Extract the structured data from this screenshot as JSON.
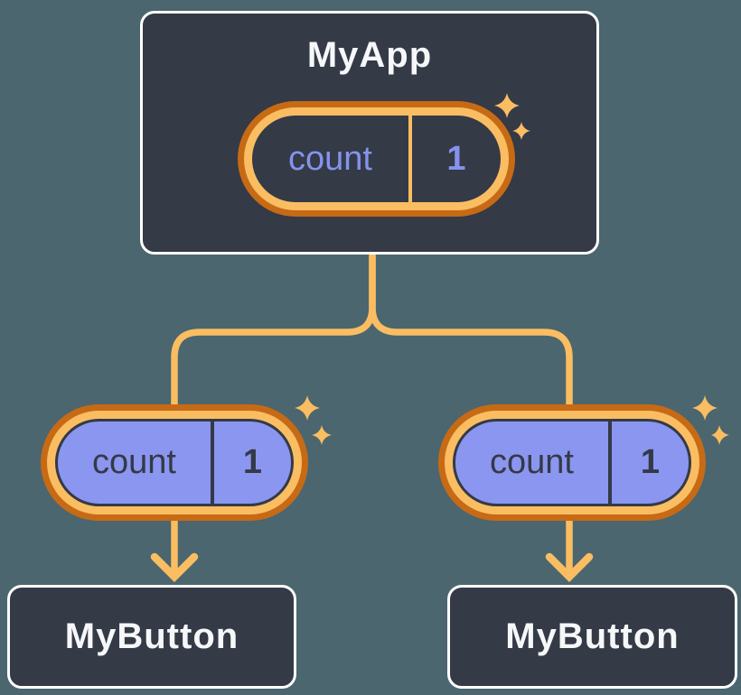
{
  "colors": {
    "background": "#4B666E",
    "node-fill": "#343A46",
    "node-border": "#FFFFFF",
    "node-text": "#F6F7F9",
    "orange-dark": "#C76A15",
    "orange-light": "#FABD62",
    "periwinkle": "#8B96F0",
    "periwinkle-text": "#8593EE",
    "dark-text": "#343A46"
  },
  "diagram": {
    "root": {
      "label": "MyApp",
      "state": {
        "key": "count",
        "value": "1"
      }
    },
    "props": [
      {
        "key": "count",
        "value": "1"
      },
      {
        "key": "count",
        "value": "1"
      }
    ],
    "children": [
      {
        "label": "MyButton"
      },
      {
        "label": "MyButton"
      }
    ]
  }
}
